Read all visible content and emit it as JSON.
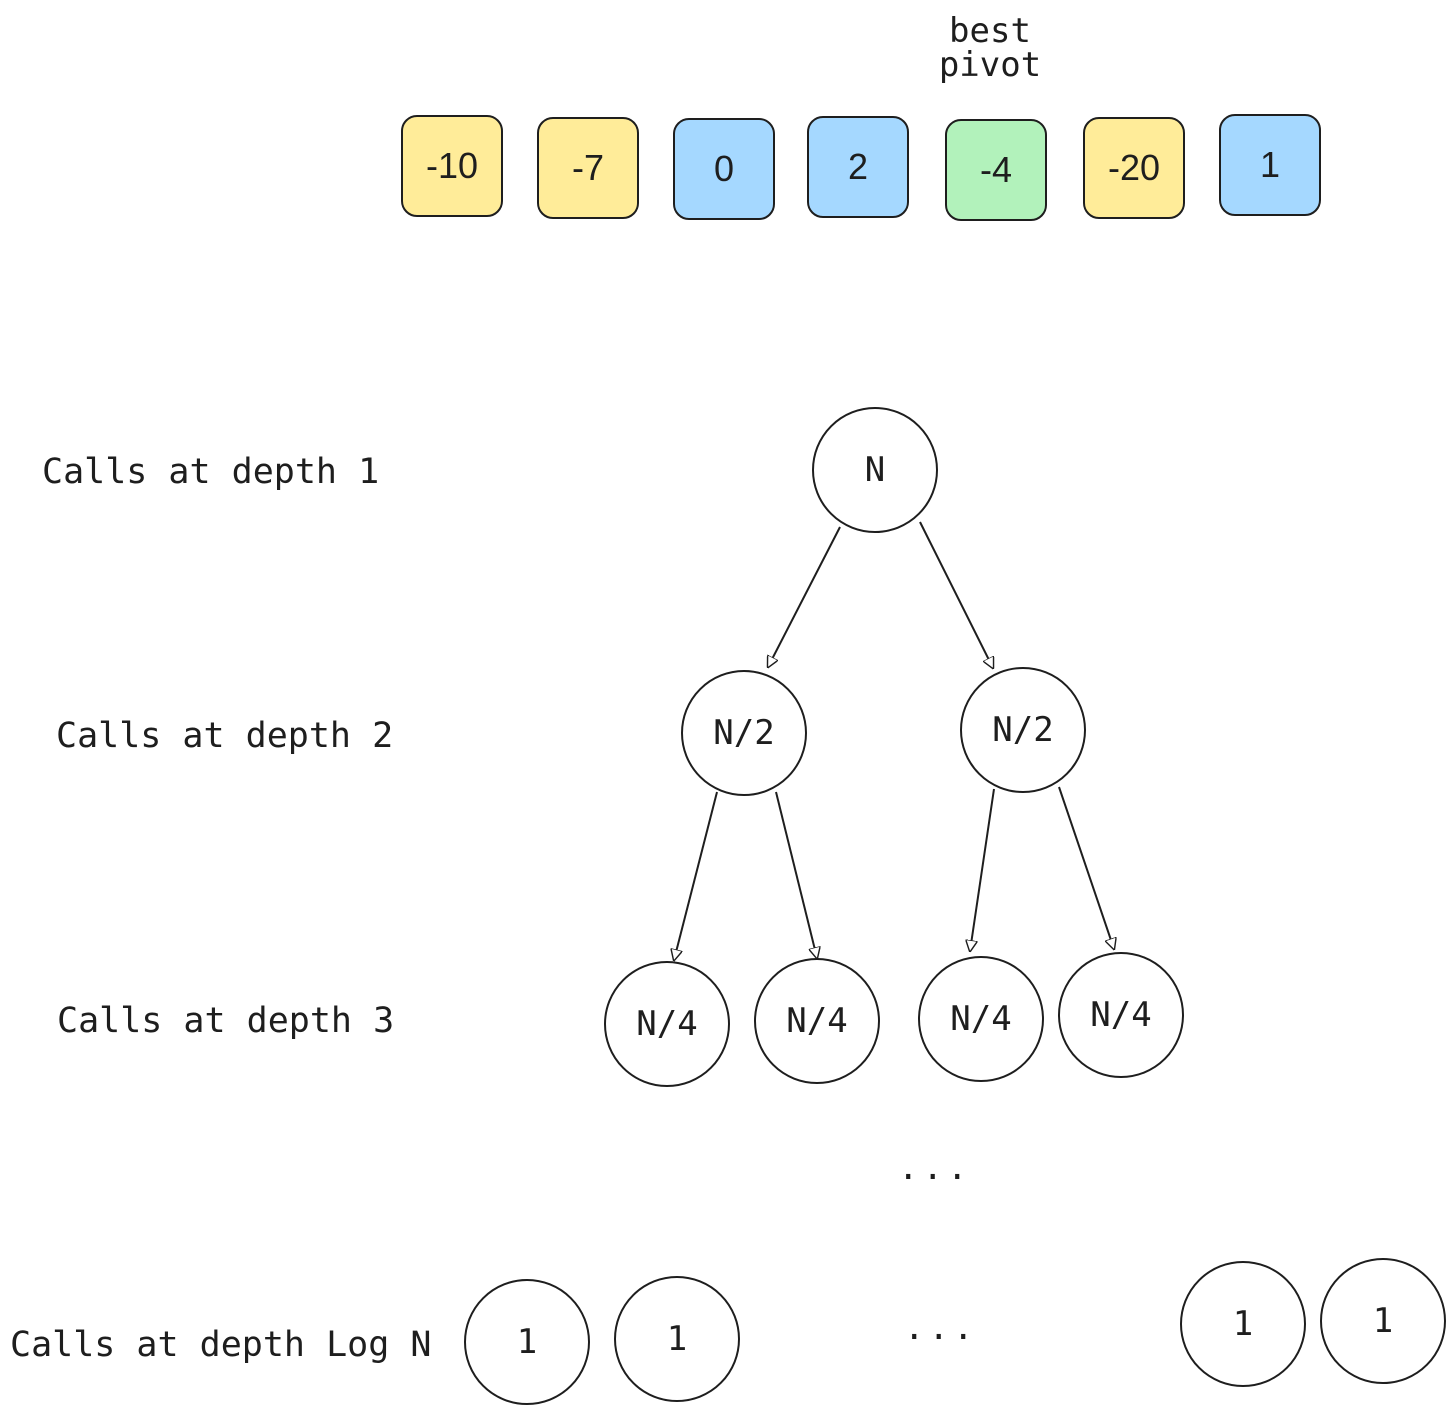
{
  "array": {
    "cells": [
      {
        "value": "-10",
        "color": "#ffec99"
      },
      {
        "value": "-7",
        "color": "#ffec99"
      },
      {
        "value": "0",
        "color": "#a5d8ff"
      },
      {
        "value": "2",
        "color": "#a5d8ff"
      },
      {
        "value": "-4",
        "color": "#b2f2bb"
      },
      {
        "value": "-20",
        "color": "#ffec99"
      },
      {
        "value": "1",
        "color": "#a5d8ff"
      }
    ],
    "pivot_caption": [
      "best",
      "pivot"
    ]
  },
  "depth_labels": {
    "d1": "Calls at depth 1",
    "d2": "Calls at depth 2",
    "d3": "Calls at depth 3",
    "dlog": "Calls at depth Log N"
  },
  "tree": {
    "root": "N",
    "depth2": [
      "N/2",
      "N/2"
    ],
    "depth3": [
      "N/4",
      "N/4",
      "N/4",
      "N/4"
    ],
    "leaves": [
      "1",
      "1",
      "1",
      "1"
    ],
    "ellipsis": "...",
    "ellipsis_bottom": "..."
  }
}
